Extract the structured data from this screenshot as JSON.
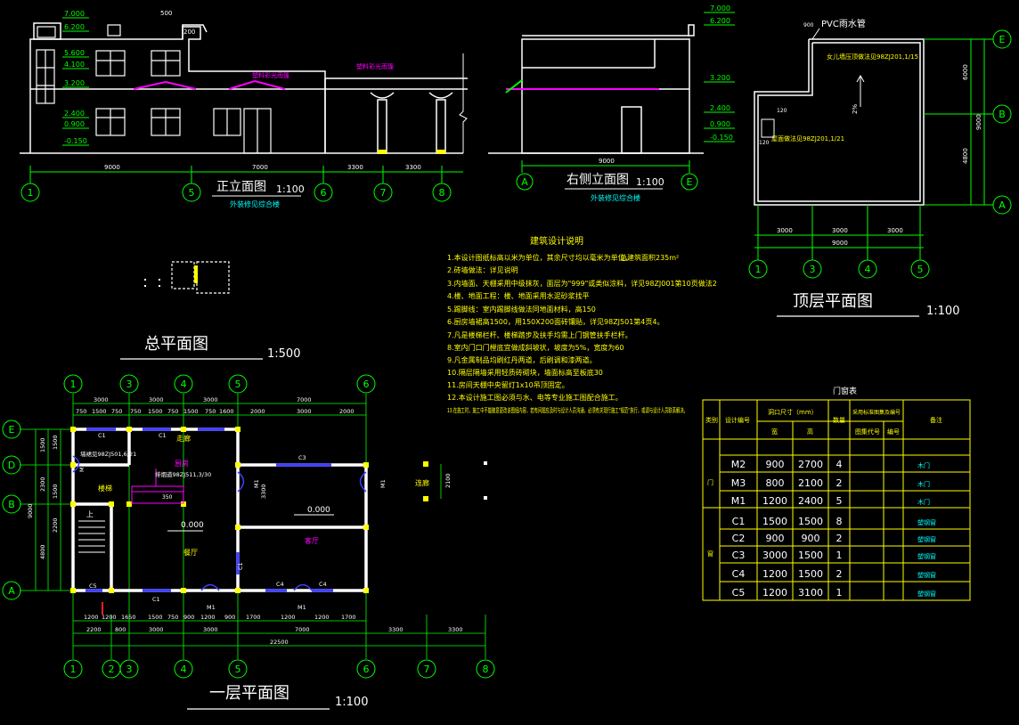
{
  "colors": {
    "background": "#000000",
    "wall": "#ffffff",
    "dim": "#00ff00",
    "text": "#ffffff",
    "note": "#ffff00",
    "axis": "#00ff00",
    "window": "#3030ff",
    "highlight": "#ff00ff",
    "cyan": "#00ffff",
    "red": "#ff2020"
  },
  "front_elevation": {
    "title": "正立面图",
    "scale": "1:100",
    "subtitle": "外装修见综合楼",
    "levels": [
      "7.000",
      "6.200",
      "5.600",
      "4.100",
      "3.200",
      "2.400",
      "0.900",
      "-0.150"
    ],
    "top_dims": [
      "500",
      "200"
    ],
    "dims": [
      "9000",
      "7000",
      "3300",
      "3300"
    ],
    "axes": [
      "1",
      "5",
      "6",
      "7",
      "8"
    ],
    "notes": [
      "塑料彩光雨篷",
      "塑料彩光雨篷"
    ]
  },
  "side_elevation": {
    "title": "右侧立面图",
    "scale": "1:100",
    "subtitle": "外装修见综合楼",
    "levels": [
      "7.000",
      "6.200",
      "3.200",
      "2.400",
      "0.900",
      "-0.150"
    ],
    "dims": [
      "9000"
    ],
    "axes": [
      "A",
      "E"
    ]
  },
  "roof_plan": {
    "title": "顶层平面图",
    "scale": "1:100",
    "pvc_label": "PVC雨水管",
    "pvc_dim": "900",
    "note1": "女儿墙压顶做法见98ZJ201,1/15",
    "note2": "屋面做法见98ZJ201,1/21",
    "slope": "2%",
    "side_dims": [
      "6000",
      "4800",
      "9000"
    ],
    "bottom_dims": [
      "3000",
      "3000",
      "3000",
      "9000"
    ],
    "axes_bottom": [
      "1",
      "3",
      "4",
      "5"
    ],
    "axes_right": [
      "E",
      "B",
      "A"
    ],
    "drain_dims": [
      "120",
      "120"
    ]
  },
  "site_plan": {
    "title": "总平面图",
    "scale": "1:500"
  },
  "design_notes": {
    "title": "建筑设计说明",
    "area": "总建筑面积235m²",
    "items": [
      "1.本设计图纸标高以米为单位，其余尺寸均以毫米为单位。",
      "2.砖墙做法：详见说明",
      "3.内墙面、天棚采用中级抹灰，面层为\"999\"或类似涂料，详见98ZJ001第10页做法2",
      "4.楼、地面工程：楼、地面采用水泥砂浆找平",
      "5.踢脚线：室内踢脚线做法同地面材料，高150",
      "6.厨房墙裙高1500，用150X200面砖镶贴，详见98ZJ501第4页4。",
      "7.凡是楼梯栏杆、楼梯踏步及扶手均需上门钢管扶手栏杆。",
      "8.室内门口门樘底宜做成斜坡状，坡度为5%，宽度为60",
      "9.凡金属制品均刷红丹两道，后刷调和漆两道。",
      "10.隔层隔墙采用轻质砖砌块，墙面标高至板底30",
      "11.房间天棚中央留灯1x10吊顶固定。",
      "12.本设计施工图必须与水、电等专业施工图配合施工。",
      "13.在施工时，施工中不能随意更改该图纸内容，若有问题应及时与设计人员沟通，必须有关现行施工\"规范\"执行，或请与设计人员联系解决。"
    ]
  },
  "door_window_table": {
    "title": "门窗表",
    "headers": [
      "类别",
      "设计编号",
      "洞口尺寸（mm）",
      "数量",
      "采用标准图集及编号",
      "备注"
    ],
    "subheaders": [
      "宽",
      "高",
      "图集代号",
      "编号"
    ],
    "door_label": "门",
    "window_label": "窗",
    "doors": [
      {
        "code": "M2",
        "w": "900",
        "h": "2700",
        "n": "4",
        "note": "木门"
      },
      {
        "code": "M3",
        "w": "800",
        "h": "2100",
        "n": "2",
        "note": "木门"
      },
      {
        "code": "M1",
        "w": "1200",
        "h": "2400",
        "n": "5",
        "note": "木门"
      }
    ],
    "windows": [
      {
        "code": "C1",
        "w": "1500",
        "h": "1500",
        "n": "8",
        "note": "塑钢窗"
      },
      {
        "code": "C2",
        "w": "900",
        "h": "900",
        "n": "2",
        "note": "塑钢窗"
      },
      {
        "code": "C3",
        "w": "3000",
        "h": "1500",
        "n": "1",
        "note": "塑钢窗"
      },
      {
        "code": "C4",
        "w": "1200",
        "h": "1500",
        "n": "2",
        "note": "塑钢窗"
      },
      {
        "code": "C5",
        "w": "1200",
        "h": "3100",
        "n": "1",
        "note": "塑钢窗"
      }
    ]
  },
  "floor_plan": {
    "title": "一层平面图",
    "scale": "1:100",
    "axes_top": [
      "1",
      "3",
      "4",
      "5",
      "6"
    ],
    "axes_bottom": [
      "1",
      "2",
      "3",
      "4",
      "5",
      "6",
      "7",
      "8"
    ],
    "axes_left": [
      "E",
      "D",
      "B",
      "A"
    ],
    "top_dims_1": [
      "3000",
      "3000",
      "3000",
      "7000"
    ],
    "top_dims_2": [
      "750",
      "1500",
      "750",
      "750",
      "1500",
      "750",
      "1500",
      "750",
      "1600",
      "2000",
      "3000",
      "2000"
    ],
    "bottom_dims_1": [
      "1200",
      "1200",
      "1650",
      "1500",
      "750",
      "900",
      "1200",
      "900",
      "1700",
      "1200",
      "1200",
      "1700"
    ],
    "bottom_dims_2": [
      "2200",
      "800",
      "3000",
      "3000",
      "7000",
      "3300",
      "3300"
    ],
    "total": "22500",
    "left_dims": [
      "1500",
      "2300",
      "1500",
      "1500",
      "2200",
      "4800",
      "9000"
    ],
    "rooms": {
      "kitchen": "厨房",
      "stair_hall": "楼梯",
      "dining": "餐厅",
      "living": "客厅",
      "corridor": "走廊",
      "veranda": "连廊"
    },
    "level_living": "0.000",
    "level_dining": "0.000",
    "note_kitchen1": "墙裙见98ZJ501,6/21",
    "note_kitchen2": "排烟道98ZJ511,3/30",
    "stair_up": "上",
    "dim_3300": "3300",
    "dim_2100": "2100",
    "dim_350": "350"
  }
}
